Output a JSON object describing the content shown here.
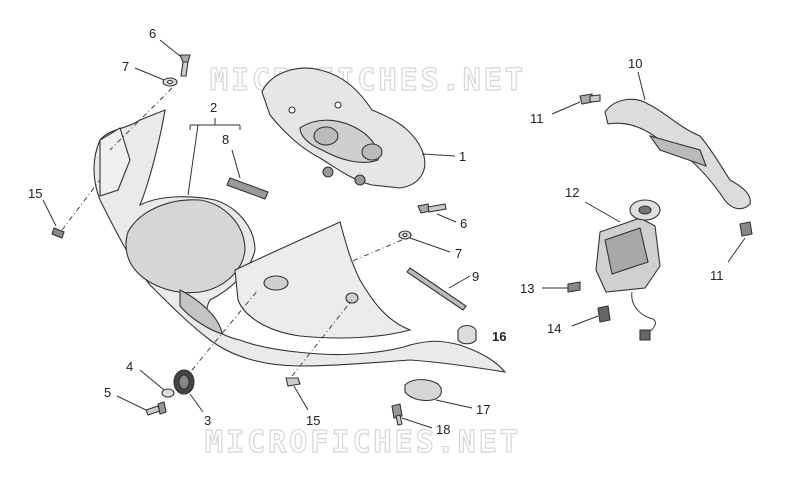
{
  "watermark": "MICROFICHES.NET",
  "callouts": {
    "c1": "1",
    "c2": "2",
    "c3": "3",
    "c4": "4",
    "c5": "5",
    "c6a": "6",
    "c6b": "6",
    "c7a": "7",
    "c7b": "7",
    "c8": "8",
    "c9": "9",
    "c10": "10",
    "c11a": "11",
    "c11b": "11",
    "c12": "12",
    "c13": "13",
    "c14": "14",
    "c15a": "15",
    "c15b": "15",
    "c16": "16",
    "c17": "17",
    "c18": "18"
  },
  "colors": {
    "line": "#333333",
    "fill_light": "#ececec",
    "fill_mid": "#d4d4d4",
    "fill_dark": "#9a9a9a",
    "watermark": "#d6d6d6"
  }
}
